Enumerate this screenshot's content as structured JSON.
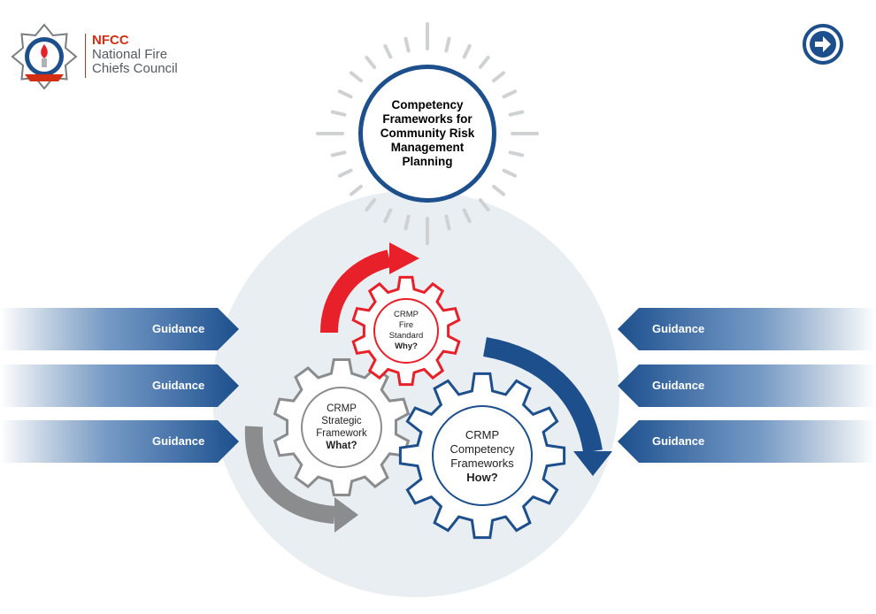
{
  "logo": {
    "acronym": "NFCC",
    "line1": "National Fire",
    "line2": "Chiefs Council"
  },
  "title": "Competency Frameworks for Community Risk Management Planning",
  "guidance": {
    "left": [
      "Guidance",
      "Guidance",
      "Guidance"
    ],
    "right": [
      "Guidance",
      "Guidance",
      "Guidance"
    ]
  },
  "gears": {
    "fire_standard": {
      "line1": "CRMP",
      "line2": "Fire",
      "line3": "Standard",
      "question": "Why?"
    },
    "strategic": {
      "line1": "CRMP",
      "line2": "Strategic",
      "line3": "Framework",
      "question": "What?"
    },
    "competency": {
      "line1": "CRMP",
      "line2": "Competency",
      "line3": "Frameworks",
      "question": "How?"
    }
  },
  "colors": {
    "navy": "#1c4f8c",
    "red": "#e8202a",
    "grey": "#8a8c8e",
    "ray": "#cfd1d3",
    "halo": "#e9eef3",
    "nfcc_red": "#d42e12"
  },
  "icons": {
    "next": "arrow-right-circle-icon",
    "logo": "fire-service-star-icon"
  }
}
